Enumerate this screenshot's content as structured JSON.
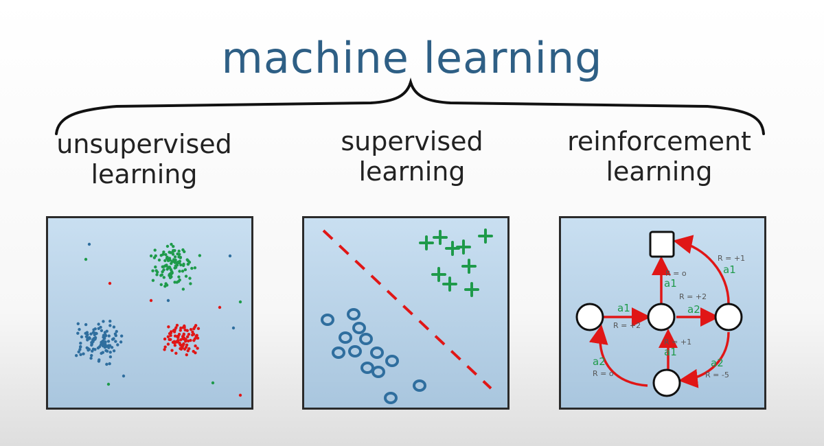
{
  "title": "machine learning",
  "categories": {
    "unsupervised": [
      "unsupervised",
      "learning"
    ],
    "supervised": [
      "supervised",
      "learning"
    ],
    "reinforcement": [
      "reinforcement",
      "learning"
    ]
  },
  "colors": {
    "title": "#2e5f85",
    "blue": "#2f6e9e",
    "green": "#1e9a4a",
    "red": "#e01616",
    "action_green": "#1e9a4a",
    "reward_gray": "#555555"
  },
  "rl_labels": {
    "r_top_right": "R = +1",
    "a_top_right": "a1",
    "r_up": "R = o",
    "a_up": "a1",
    "r_right": "R = +2",
    "a_right": "a2",
    "a_left": "a1",
    "r_left": "R = +2",
    "r_down": "R = +1",
    "a_down": "a1",
    "a_bottom_left": "a2",
    "r_bottom_left": "R = o",
    "a_bottom_right": "a2",
    "r_bottom_right": "R = -5"
  }
}
